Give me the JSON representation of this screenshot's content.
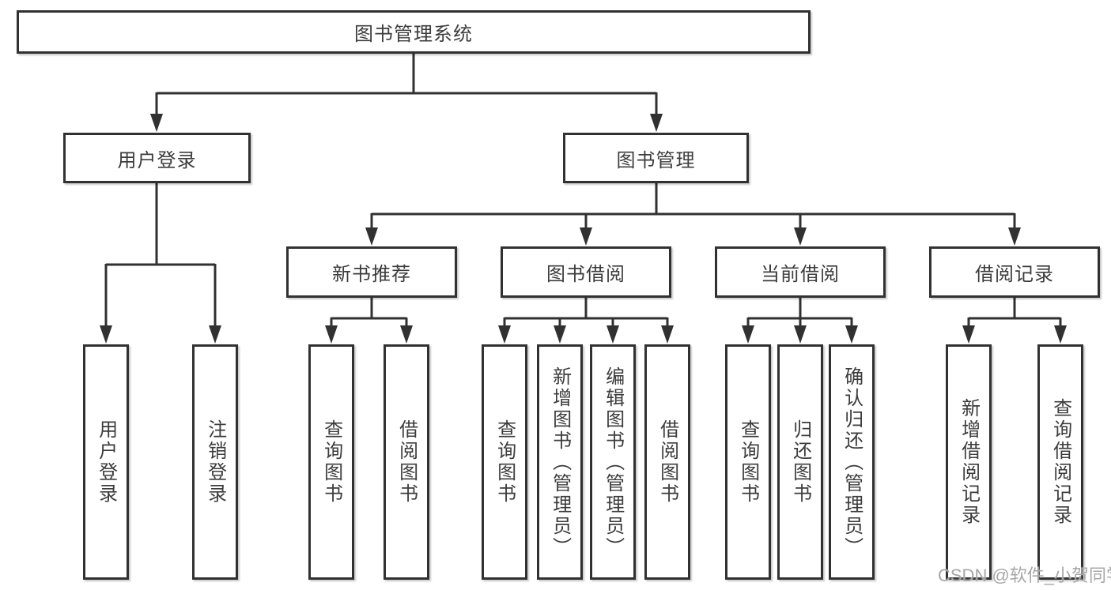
{
  "colors": {
    "line": "#313131",
    "text": "#3c3c3c",
    "watermark": "#a7a7a7",
    "background": "#ffffff"
  },
  "tree": {
    "root": "图书管理系统",
    "branches": [
      {
        "label": "用户登录",
        "children": [
          "用户登录",
          "注销登录"
        ]
      },
      {
        "label": "图书管理",
        "groups": [
          {
            "label": "新书推荐",
            "children": [
              "查询图书",
              "借阅图书"
            ]
          },
          {
            "label": "图书借阅",
            "children": [
              "查询图书",
              "新增图书（管理员）",
              "编辑图书（管理员）",
              "借阅图书"
            ]
          },
          {
            "label": "当前借阅",
            "children": [
              "查询图书",
              "归还图书",
              "确认归还（管理员）"
            ]
          },
          {
            "label": "借阅记录",
            "children": [
              "新增借阅记录",
              "查询借阅记录"
            ]
          }
        ]
      }
    ]
  },
  "watermark": "CSDN @软件_小贺同学"
}
